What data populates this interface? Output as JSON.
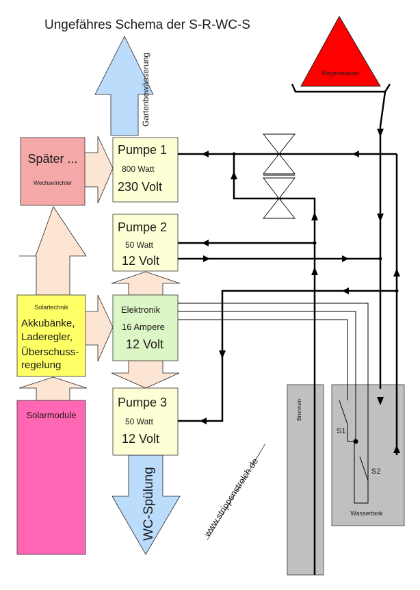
{
  "title": "Ungefähres Schema der S-R-WC-S",
  "colors": {
    "rain": "#ff0000",
    "inverter": "#f4a8a8",
    "pump_box": "#ffffd6",
    "electronics": "#ddf6c6",
    "solartech": "#ffff66",
    "solar_modules": "#ff66b3",
    "flow_arrow": "#fde5d4",
    "water_arrow": "#bcdcfb",
    "tank": "#c0c0c0",
    "line": "#000000"
  },
  "rain": {
    "label": "Regenwasser"
  },
  "garden_arrow": {
    "label": "Gartenbewässerung"
  },
  "wc_arrow": {
    "label": "WC-Spülung"
  },
  "inverter": {
    "title": "Später ...",
    "subtitle": "Wechselrichter"
  },
  "pump1": {
    "title": "Pumpe 1",
    "power": "800 Watt",
    "voltage": "230 Volt"
  },
  "pump2": {
    "title": "Pumpe 2",
    "power": "50 Watt",
    "voltage": "12 Volt"
  },
  "pump3": {
    "title": "Pumpe 3",
    "power": "50 Watt",
    "voltage": "12 Volt"
  },
  "electronics": {
    "title": "Elektronik",
    "current": "16 Ampere",
    "voltage": "12 Volt"
  },
  "solartech": {
    "header": "Solartechnik",
    "line1": "Akkubänke,",
    "line2": "Laderegler,",
    "line3": "Überschuss-",
    "line4": "regelung"
  },
  "solar_modules": {
    "label": "Solarmodule"
  },
  "well": {
    "label": "Brunnen"
  },
  "tank": {
    "label": "Wassertank",
    "switch1": "S1",
    "switch2": "S2"
  },
  "website": "www.strippenstrolch.de"
}
